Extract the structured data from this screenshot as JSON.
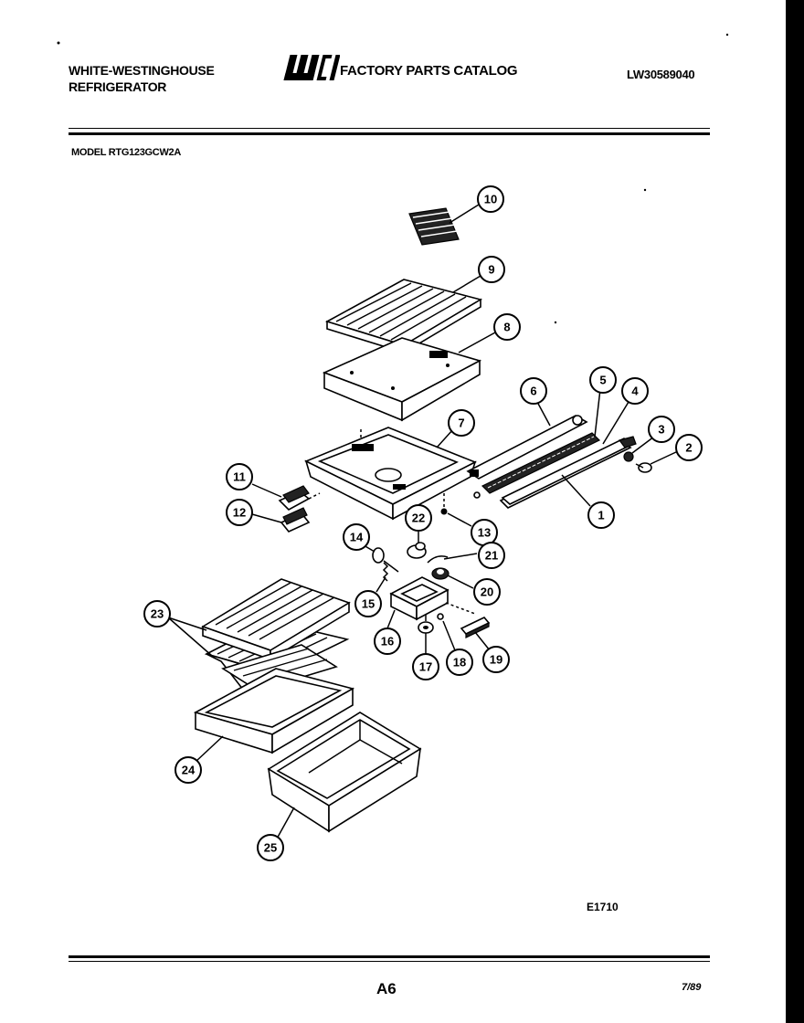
{
  "header": {
    "brand_line1": "WHITE-WESTINGHOUSE",
    "brand_line2": "REFRIGERATOR",
    "logo_text": "WCI",
    "catalog_title": "FACTORY PARTS CATALOG",
    "document_number": "LW30589040"
  },
  "model_line": "MODEL RTG123GCW2A",
  "callouts": [
    "1",
    "2",
    "3",
    "4",
    "5",
    "6",
    "7",
    "8",
    "9",
    "10",
    "11",
    "12",
    "13",
    "14",
    "15",
    "16",
    "17",
    "18",
    "19",
    "20",
    "21",
    "22",
    "23",
    "24",
    "25"
  ],
  "figure_code": "E1710",
  "page_number": "A6",
  "date_code": "7/89"
}
